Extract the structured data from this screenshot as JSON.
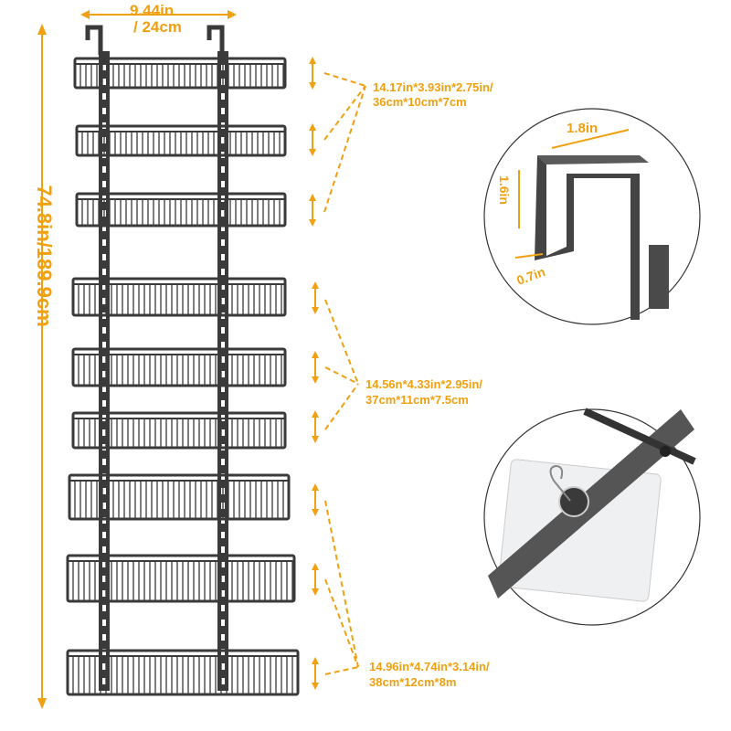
{
  "colors": {
    "accent": "#f0a010",
    "rack": "#3a3a3a",
    "background": "#ffffff"
  },
  "dimensions": {
    "width_in": "9.44in",
    "width_cm": "/ 24cm",
    "height": "74.8in/189.9cm",
    "hook_width": "1.8in",
    "hook_height": "1.6in",
    "hook_depth": "0.7in"
  },
  "baskets": {
    "small": {
      "line1": "14.17in*3.93in*2.75in/",
      "line2": "36cm*10cm*7cm"
    },
    "medium": {
      "line1": "14.56n*4.33in*2.95in/",
      "line2": "37cm*11cm*7.5cm"
    },
    "large": {
      "line1": "14.96in*4.74in*3.14in/",
      "line2": "38cm*12cm*8m"
    }
  },
  "basket_count": 9
}
